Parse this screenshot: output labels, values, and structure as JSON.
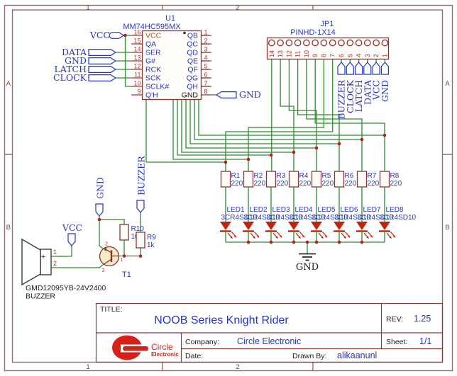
{
  "sheet": {
    "frame_cols_top": [
      "1",
      "2"
    ],
    "frame_cols_bottom": [
      "1",
      "2"
    ],
    "frame_rows_left": [
      "A",
      "B"
    ],
    "frame_rows_right": [
      "A",
      "B"
    ]
  },
  "u1": {
    "ref": "U1",
    "part": "MM74HC595MX",
    "pin_names_left": [
      "VCC",
      "QA",
      "SER",
      "G#",
      "RCK",
      "SCK",
      "SCLK#",
      "Q'H"
    ],
    "pin_nums_left": [
      "16",
      "15",
      "14",
      "13",
      "12",
      "11",
      "10",
      "9"
    ],
    "pin_names_right": [
      "QB",
      "QC",
      "QD",
      "QE",
      "QF",
      "QG",
      "QH",
      "GND"
    ],
    "pin_nums_right": [
      "1",
      "2",
      "3",
      "4",
      "5",
      "6",
      "7",
      "8"
    ],
    "flag_vcc": "VCC",
    "flags_left": [
      "DATA",
      "GND",
      "LATCH",
      "CLOCK"
    ],
    "flag_gnd_right": "GND"
  },
  "jp1": {
    "ref": "JP1",
    "part": "PINHD-1X14",
    "pin_nums": [
      "14",
      "13",
      "12",
      "11",
      "10",
      "9",
      "8",
      "7",
      "6",
      "5",
      "4",
      "3",
      "2",
      "1"
    ],
    "net_flags": [
      "BUZZER",
      "CLOCK",
      "LATCH",
      "DATA",
      "VCC",
      "GND"
    ]
  },
  "resistors": [
    {
      "ref": "R1",
      "value": "220"
    },
    {
      "ref": "R2",
      "value": "220"
    },
    {
      "ref": "R3",
      "value": "220"
    },
    {
      "ref": "R4",
      "value": "220"
    },
    {
      "ref": "R5",
      "value": "220"
    },
    {
      "ref": "R6",
      "value": "220"
    },
    {
      "ref": "R7",
      "value": "220"
    },
    {
      "ref": "R8",
      "value": "220"
    }
  ],
  "leds": [
    {
      "ref": "LED1",
      "part": "3CR4SD10"
    },
    {
      "ref": "LED2",
      "part": "3CR4SD10"
    },
    {
      "ref": "LED3",
      "part": "3CR4SD10"
    },
    {
      "ref": "LED4",
      "part": "3CR4SD10"
    },
    {
      "ref": "LED5",
      "part": "3CR4SD10"
    },
    {
      "ref": "LED6",
      "part": "3CR4SD10"
    },
    {
      "ref": "LED7",
      "part": "3CR4SD10"
    },
    {
      "ref": "LED8",
      "part": "3CR4SD10"
    }
  ],
  "gnd_symbol_label": "GND",
  "driver": {
    "flag_vcc": "VCC",
    "flag_gnd": "GND",
    "flag_buzzer": "BUZZER",
    "r10_ref": "R10",
    "r10_value": "10k",
    "r9_ref": "R9",
    "r9_value": "1k",
    "t1_ref": "T1",
    "t1_pins": [
      "1",
      "2",
      "3"
    ],
    "buzzer_pin1": "1",
    "buzzer_pin2": "2",
    "buzzer_plus": "+",
    "buzzer_part": "GMD12095YB-24V2400",
    "buzzer_label": "BUZZER"
  },
  "title_block": {
    "title_label": "TITLE:",
    "title": "NOOB Series Knight Rider",
    "rev_label": "REV:",
    "rev": "1.25",
    "company_label": "Company:",
    "company": "Circle Electronic",
    "sheet_label": "Sheet:",
    "sheet": "1/1",
    "date_label": "Date:",
    "drawn_label": "Drawn By:",
    "drawn_by": "alikaanunl",
    "logo_name": "Circle",
    "logo_sub": "Electronic"
  }
}
